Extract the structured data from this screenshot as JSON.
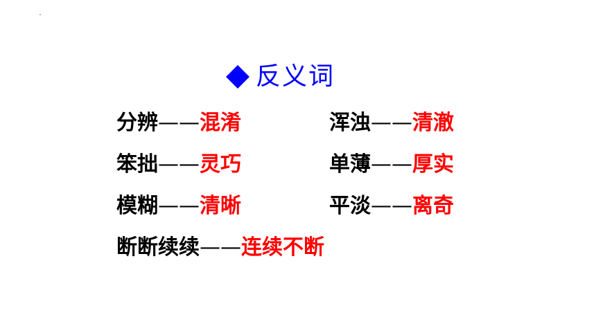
{
  "heading": {
    "bullet_icon": "diamond-icon",
    "text": "反义词",
    "color": "#0000ff"
  },
  "colors": {
    "word": "#000000",
    "antonym": "#ff0000"
  },
  "pairs": [
    {
      "word": "分辨",
      "dash": "——",
      "antonym": "混淆"
    },
    {
      "word": "浑浊",
      "dash": "——",
      "antonym": "清澈"
    },
    {
      "word": "笨拙",
      "dash": "——",
      "antonym": "灵巧"
    },
    {
      "word": "单薄",
      "dash": "——",
      "antonym": "厚实"
    },
    {
      "word": "模糊",
      "dash": "——",
      "antonym": "清晰"
    },
    {
      "word": "平淡",
      "dash": "——",
      "antonym": "离奇"
    },
    {
      "word": "断断续续",
      "dash": "——",
      "antonym": "连续不断"
    }
  ]
}
